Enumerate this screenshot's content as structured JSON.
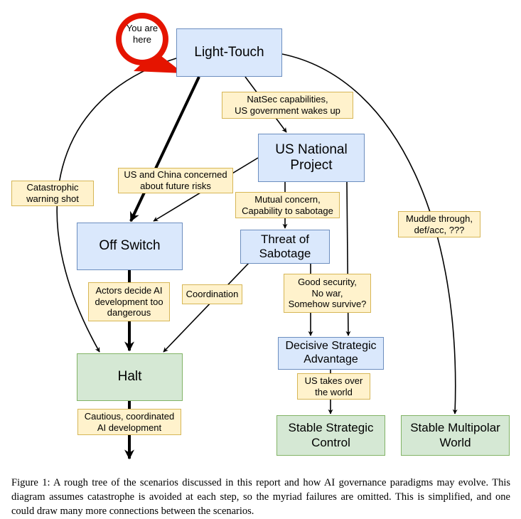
{
  "pin": {
    "text": "You are\nhere"
  },
  "nodes": {
    "light_touch": "Light-Touch",
    "us_national_project": "US National\nProject",
    "off_switch": "Off Switch",
    "threat_of_sabotage": "Threat of\nSabotage",
    "halt": "Halt",
    "decisive_strategic_advantage": "Decisive Strategic\nAdvantage",
    "stable_strategic_control": "Stable Strategic\nControl",
    "stable_multipolar_world": "Stable Multipolar\nWorld"
  },
  "edge_labels": {
    "natsec": "NatSec capabilities,\nUS government wakes up",
    "us_china": "US and China concerned\nabout future risks",
    "catastrophic": "Catastrophic\nwarning shot",
    "mutual_concern": "Mutual concern,\nCapability to sabotage",
    "muddle": "Muddle through,\ndef/acc, ???",
    "actors_decide": "Actors decide AI\ndevelopment too\ndangerous",
    "coordination": "Coordination",
    "good_security": "Good security,\nNo war,\nSomehow survive?",
    "us_takes_over": "US takes over\nthe world",
    "cautious": "Cautious, coordinated\nAI development"
  },
  "colors": {
    "blue_fill": "#dae8fc",
    "blue_border": "#6c8ebf",
    "green_fill": "#d5e8d4",
    "green_border": "#82b366",
    "label_fill": "#fff2cc",
    "label_border": "#d6b656",
    "pin_red": "#e51400"
  },
  "caption": "Figure 1: A rough tree of the scenarios discussed in this report and how AI governance paradigms may evolve. This diagram assumes catastrophe is avoided at each step, so the myriad failures are omitted. This is simplified, and one could draw many more connections between the scenarios."
}
